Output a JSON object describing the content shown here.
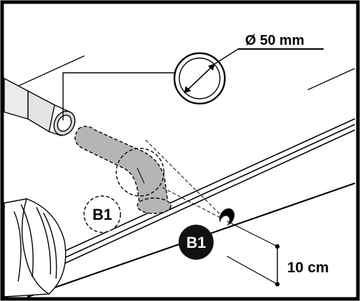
{
  "diagram": {
    "diameter_label": "Ø 50 mm",
    "distance_label": "10 cm",
    "badge_outline_label": "B1",
    "badge_filled_label": "B1"
  },
  "colors": {
    "frame": "#000000",
    "fitting_fill": "#b5b5b5",
    "badge_fill": "#111111",
    "badge_text": "#ffffff",
    "pipe_fill": "#e3e3e3"
  }
}
